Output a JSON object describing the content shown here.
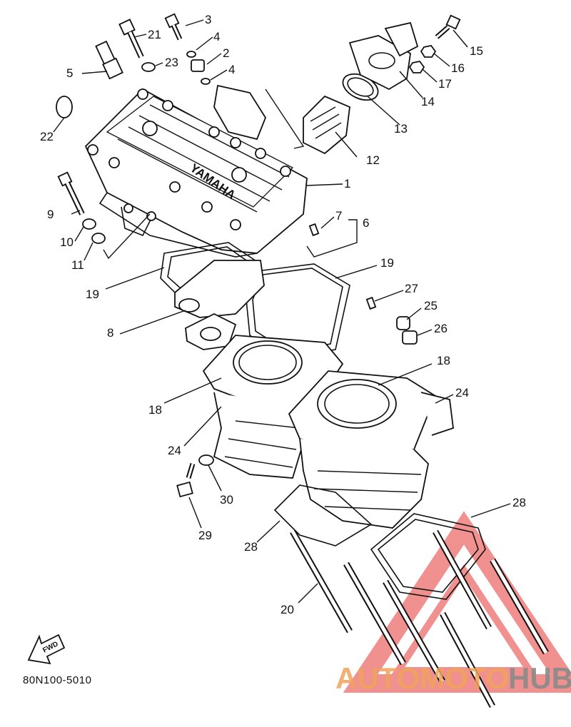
{
  "diagram": {
    "part_code": "80N100-5010",
    "direction_label": "FWD",
    "callouts": [
      "1",
      "2",
      "3",
      "4",
      "4",
      "5",
      "6",
      "7",
      "8",
      "9",
      "10",
      "11",
      "12",
      "13",
      "14",
      "15",
      "16",
      "17",
      "18",
      "18",
      "19",
      "19",
      "20",
      "21",
      "22",
      "23",
      "24",
      "24",
      "25",
      "26",
      "27",
      "28",
      "28",
      "29",
      "30"
    ]
  },
  "watermark": {
    "part1": "AUTOMOTO",
    "part2": "HUB",
    "colors": {
      "part1": "#f0a35c",
      "part2": "#8a8a8a",
      "triangle": "#e53935"
    }
  }
}
